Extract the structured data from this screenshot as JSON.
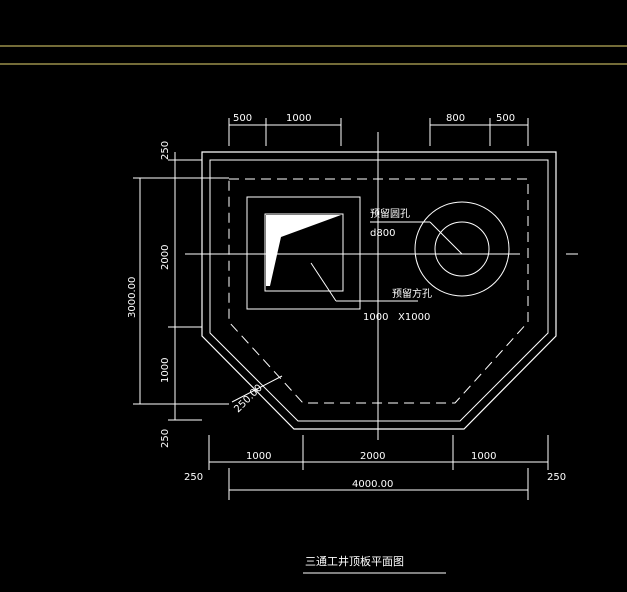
{
  "drawing": {
    "title": "三通工井顶板平面图",
    "labels": {
      "top_dims": [
        "500",
        "1000",
        "800",
        "500"
      ],
      "left_dims": [
        "250",
        "2000",
        "3000.00",
        "1000",
        "250"
      ],
      "bottom_dims": [
        "1000",
        "2000",
        "1000"
      ],
      "bottom_ends": [
        "250",
        "250"
      ],
      "overall_width": "4000.00",
      "diag_dim": "250.00",
      "round_hole_label": "预留圆孔",
      "round_hole_size": "d800",
      "square_hole_label": "预留方孔",
      "square_hole_size_a": "1000",
      "square_hole_size_b": "X1000"
    },
    "colors": {
      "background": "#000000",
      "lines": "#ffffff",
      "border_line": "#e8d870"
    }
  }
}
